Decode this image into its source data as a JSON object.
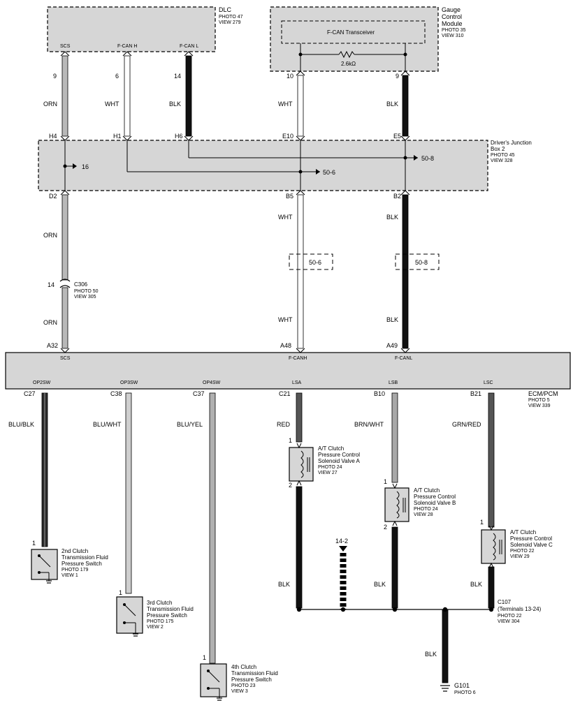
{
  "components": {
    "dlc": {
      "name": "DLC",
      "photo": "PHOTO 47",
      "view": "VIEW 279",
      "pins": [
        "SCS",
        "F-CAN H",
        "F-CAN L"
      ]
    },
    "gauge": {
      "name_lines": [
        "Gauge",
        "Control",
        "Module"
      ],
      "photo": "PHOTO 35",
      "view": "VIEW 310",
      "transceiver": "F-CAN Transceiver",
      "resistor": "2.6kΩ"
    },
    "djb": {
      "name_lines": [
        "Driver's Junction",
        "Box 2"
      ],
      "photo": "PHOTO 45",
      "view": "VIEW 328"
    },
    "ecm": {
      "name": "ECM/PCM",
      "photo": "PHOTO 5",
      "view": "VIEW 339",
      "top_pins": [
        "SCS",
        "F-CANH",
        "F-CANL"
      ],
      "bottom_pins": [
        "OP2SW",
        "OP3SW",
        "OP4SW",
        "LSA",
        "LSB",
        "LSC"
      ]
    },
    "c306": {
      "name": "C306",
      "photo": "PHOTO 50",
      "view": "VIEW 305"
    },
    "c107": {
      "name": "C107",
      "sub": "(Terminals 13-24)",
      "photo": "PHOTO 22",
      "view": "VIEW 304"
    },
    "g101": {
      "name": "G101",
      "photo": "PHOTO 6"
    },
    "sw2": {
      "lines": [
        "2nd Clutch",
        "Transmission Fluid",
        "Pressure Switch"
      ],
      "photo": "PHOTO 179",
      "view": "VIEW 1"
    },
    "sw3": {
      "lines": [
        "3rd Clutch",
        "Transmission Fluid",
        "Pressure Switch"
      ],
      "photo": "PHOTO 175",
      "view": "VIEW 2"
    },
    "sw4": {
      "lines": [
        "4th Clutch",
        "Transmission Fluid",
        "Pressure Switch"
      ],
      "photo": "PHOTO 23",
      "view": "VIEW 3"
    },
    "va": {
      "lines": [
        "A/T Clutch",
        "Pressure Control",
        "Solenoid Valve A"
      ],
      "photo": "PHOTO 24",
      "view": "VIEW 27"
    },
    "vb": {
      "lines": [
        "A/T Clutch",
        "Pressure Control",
        "Solenoid Valve B"
      ],
      "photo": "PHOTO 24",
      "view": "VIEW 28"
    },
    "vc": {
      "lines": [
        "A/T Clutch",
        "Pressure Control",
        "Solenoid Valve C"
      ],
      "photo": "PHOTO 22",
      "view": "VIEW 29"
    }
  },
  "pins": {
    "dlc": [
      "9",
      "6",
      "14"
    ],
    "gauge": [
      "10",
      "9"
    ],
    "djb_top": [
      "H4",
      "H1",
      "H6",
      "E10",
      "E5"
    ],
    "djb_bottom": [
      "D2",
      "B5",
      "B2"
    ],
    "c306": "14",
    "ecm_top": [
      "A32",
      "A48",
      "A49"
    ],
    "ecm_bottom": [
      "C27",
      "C38",
      "C37",
      "C21",
      "B10",
      "B21"
    ],
    "valves_in": [
      "1",
      "1",
      "1"
    ],
    "valves_out": [
      "2",
      "2"
    ],
    "switch_in": [
      "1",
      "1",
      "1"
    ]
  },
  "wire_colors": {
    "orn": "ORN",
    "wht": "WHT",
    "blk": "BLK",
    "blu_blk": "BLU/BLK",
    "blu_wht": "BLU/WHT",
    "blu_yel": "BLU/YEL",
    "red": "RED",
    "brn_wht": "BRN/WHT",
    "grn_red": "GRN/RED"
  },
  "refs": {
    "r16": "16",
    "r50_6": "50-6",
    "r50_8": "50-8",
    "r14_2": "14-2"
  }
}
